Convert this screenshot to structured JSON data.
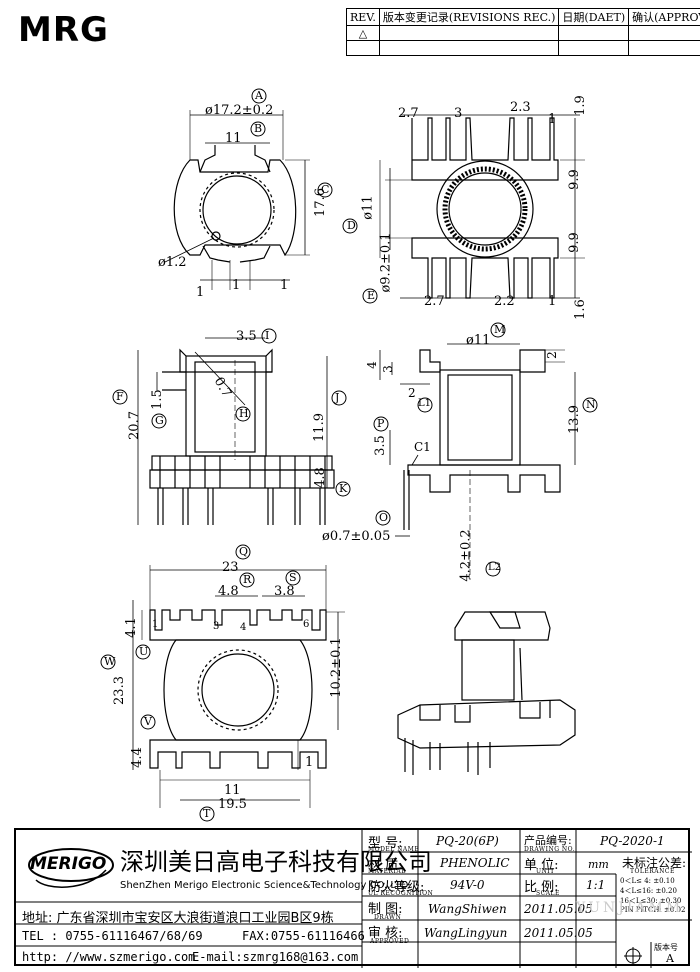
{
  "header": {
    "logo": "MRG",
    "rev_col": "REV.",
    "revisions_col": "版本变更记录(REVISIONS REC.)",
    "date_col": "日期(DAET)",
    "approved_col": "确认(APPROVED)"
  },
  "views": {
    "top": {
      "A": "A",
      "B": "B",
      "C": "C",
      "dim_a": "ø17.2±0.2",
      "dim_b": "11",
      "dim_c": "17.6",
      "dim_pin": "ø1.2",
      "dim_1a": "1",
      "dim_1b": "1",
      "dim_1c": "1"
    },
    "front": {
      "D": "D",
      "E": "E",
      "dim_top_27": "2.7",
      "dim_top_3": "3",
      "dim_top_23": "2.3",
      "dim_top_1": "1",
      "dim_top_19": "1.9",
      "dim_99a": "9.9",
      "dim_99b": "9.9",
      "dim_d": "ø11",
      "dim_e": "ø9.2±0.1",
      "dim_bot_27": "2.7",
      "dim_bot_22": "2.2",
      "dim_bot_1": "1",
      "dim_bot_16": "1.6"
    },
    "side": {
      "F": "F",
      "G": "G",
      "H": "H",
      "I": "I",
      "J": "J",
      "K": "K",
      "dim_f": "20.7",
      "dim_g": "1.5",
      "dim_h": "0.7",
      "dim_i": "3.5",
      "dim_j": "11.9",
      "dim_k": "4.8"
    },
    "side2": {
      "M": "M",
      "N": "N",
      "O": "O",
      "P": "P",
      "L1": "L1",
      "L2": "L2",
      "dim_m": "ø11",
      "dim_4": "4",
      "dim_3": "3",
      "dim_2a": "2",
      "dim_2b": "2",
      "dim_c1": "C1",
      "dim_n": "13.9",
      "dim_p": "3.5",
      "dim_o": "ø0.7±0.05",
      "dim_l2": "4.2±0.2"
    },
    "bottom": {
      "Q": "Q",
      "R": "R",
      "S": "S",
      "U": "U",
      "V": "V",
      "W": "W",
      "T": "T",
      "dim_q": "23",
      "dim_r": "4.8",
      "dim_s": "3.8",
      "dim_41": "4.1",
      "dim_102": "10.2±0.1",
      "dim_w": "23.3",
      "dim_44": "4.4",
      "dim_1": "1",
      "dim_11": "11",
      "dim_t": "19.5",
      "pin1": "1",
      "pin3": "3",
      "pin4": "4",
      "pin6": "6"
    }
  },
  "title_block": {
    "brand": "MERIGO",
    "company_cn": "深圳美日高电子科技有限公司",
    "company_en": "ShenZhen Merigo Electronic Science&Technology CO.,LTD",
    "address": "地址: 广东省深圳市宝安区大浪街道浪口工业园B区9栋",
    "tel": "TEL : 0755-61116467/68/69",
    "fax": "FAX:0755-61116466",
    "http": "http: //www.szmerigo.com",
    "email": "E-mail:szmrg168@163.com",
    "model_label": "型 号:",
    "model_label_en": "MODEL NAME",
    "model": "PQ-20(6P)",
    "drawing_label": "产品编号:",
    "drawing_label_en": "DRAWING NO.",
    "drawing": "PQ-2020-1",
    "material_label": "材 质:",
    "material_label_en": "MATERIAL",
    "material": "PHENOLIC",
    "unit_label": "单 位:",
    "unit_label_en": "UNIT",
    "unit": "mm",
    "tol_label": "未标注公差:",
    "tol_label_en": "TOLERANCE",
    "flame_label": "防火等级:",
    "flame_label_en": "UL RECOGNITION",
    "flame": "94V-0",
    "scale_label": "比 例:",
    "scale_label_en": "SCALE",
    "scale": "1:1",
    "drawn_label": "制 图:",
    "drawn_label_en": "DRAWN",
    "drawn": "WangShiwen",
    "drawn_date": "2011.05.05",
    "approved_label": "审 核:",
    "approved_label_en": "APPROVED",
    "approved": "WangLingyun",
    "approved_date": "2011.05.05",
    "tol1": "0＜L≤ 4: ±0.10",
    "tol2": "4＜L≤16: ±0.20",
    "tol3": "16＜L≤30: ±0.30",
    "tol4": "PIN PITCH: ±0.02",
    "version_label": "版本号",
    "version": "A",
    "watermark": "YUNJIAMM"
  }
}
